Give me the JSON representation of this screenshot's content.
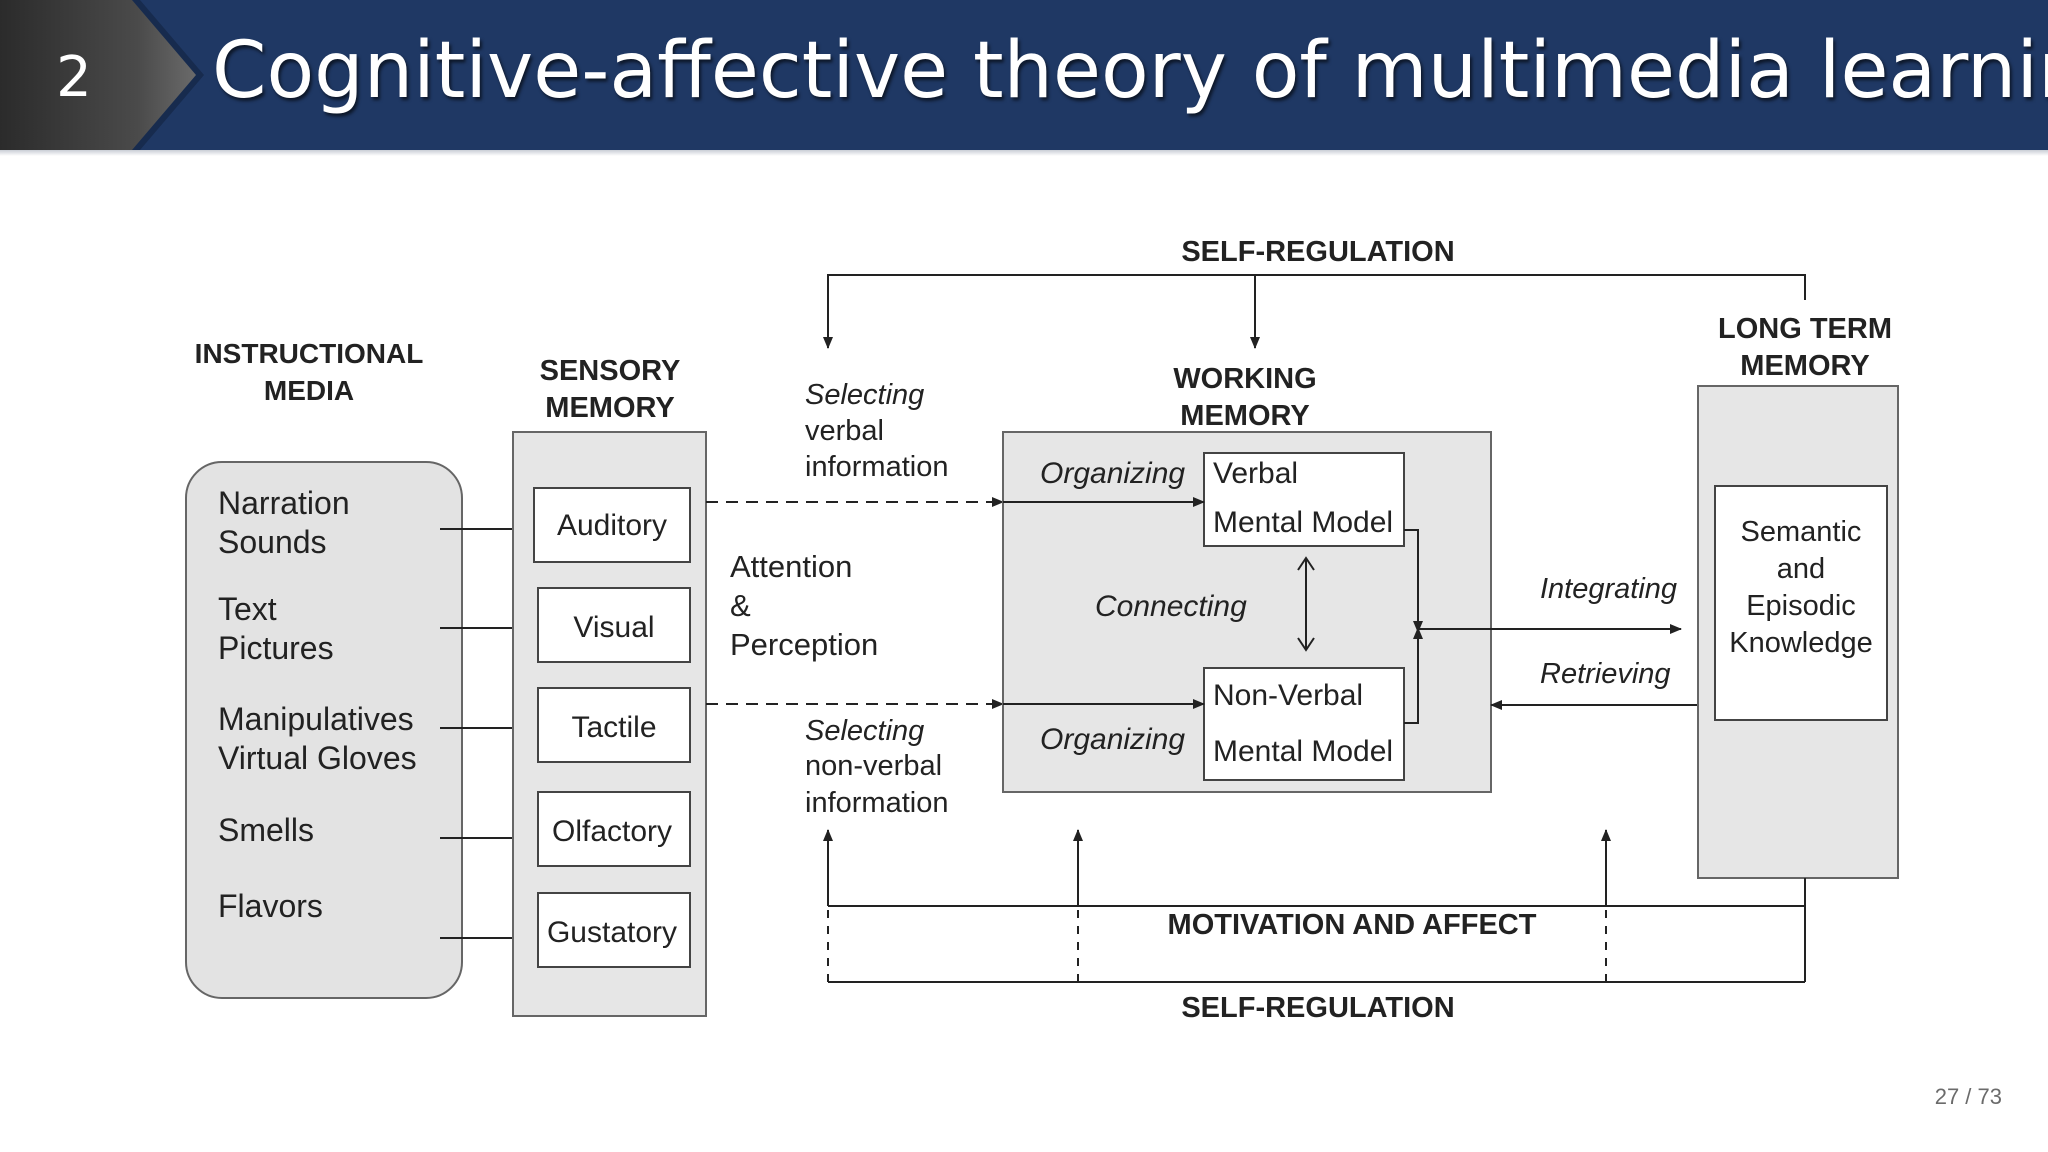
{
  "header": {
    "section_number": "2",
    "title": "Cognitive-affective theory of multimedia learning"
  },
  "page_counter": "27 / 73",
  "diagram": {
    "self_regulation_top": "SELF-REGULATION",
    "self_regulation_bottom": "SELF-REGULATION",
    "motivation_affect": "MOTIVATION AND AFFECT",
    "instructional_media": {
      "title": [
        "INSTRUCTIONAL",
        "MEDIA"
      ],
      "items": [
        [
          "Narration",
          "Sounds"
        ],
        [
          "Text",
          "Pictures"
        ],
        [
          "Manipulatives",
          "Virtual Gloves"
        ],
        [
          "Smells"
        ],
        [
          "Flavors"
        ]
      ]
    },
    "sensory_memory": {
      "title": [
        "SENSORY",
        "MEMORY"
      ],
      "channels": [
        "Auditory",
        "Visual",
        "Tactile",
        "Olfactory",
        "Gustatory"
      ]
    },
    "selecting_verbal": [
      "Selecting",
      "verbal",
      "information"
    ],
    "selecting_nonverbal": [
      "Selecting",
      "non-verbal",
      "information"
    ],
    "attention_perception": [
      "Attention",
      "&",
      "Perception"
    ],
    "working_memory": {
      "title": [
        "WORKING",
        "MEMORY"
      ],
      "organizing_top": "Organizing",
      "organizing_bottom": "Organizing",
      "connecting": "Connecting",
      "verbal_model": [
        "Verbal",
        "Mental Model"
      ],
      "nonverbal_model": [
        "Non-Verbal",
        "Mental Model"
      ]
    },
    "integrating": "Integrating",
    "retrieving": "Retrieving",
    "long_term_memory": {
      "title": [
        "LONG TERM",
        "MEMORY"
      ],
      "knowledge": [
        "Semantic",
        "and",
        "Episodic",
        "Knowledge"
      ]
    }
  }
}
